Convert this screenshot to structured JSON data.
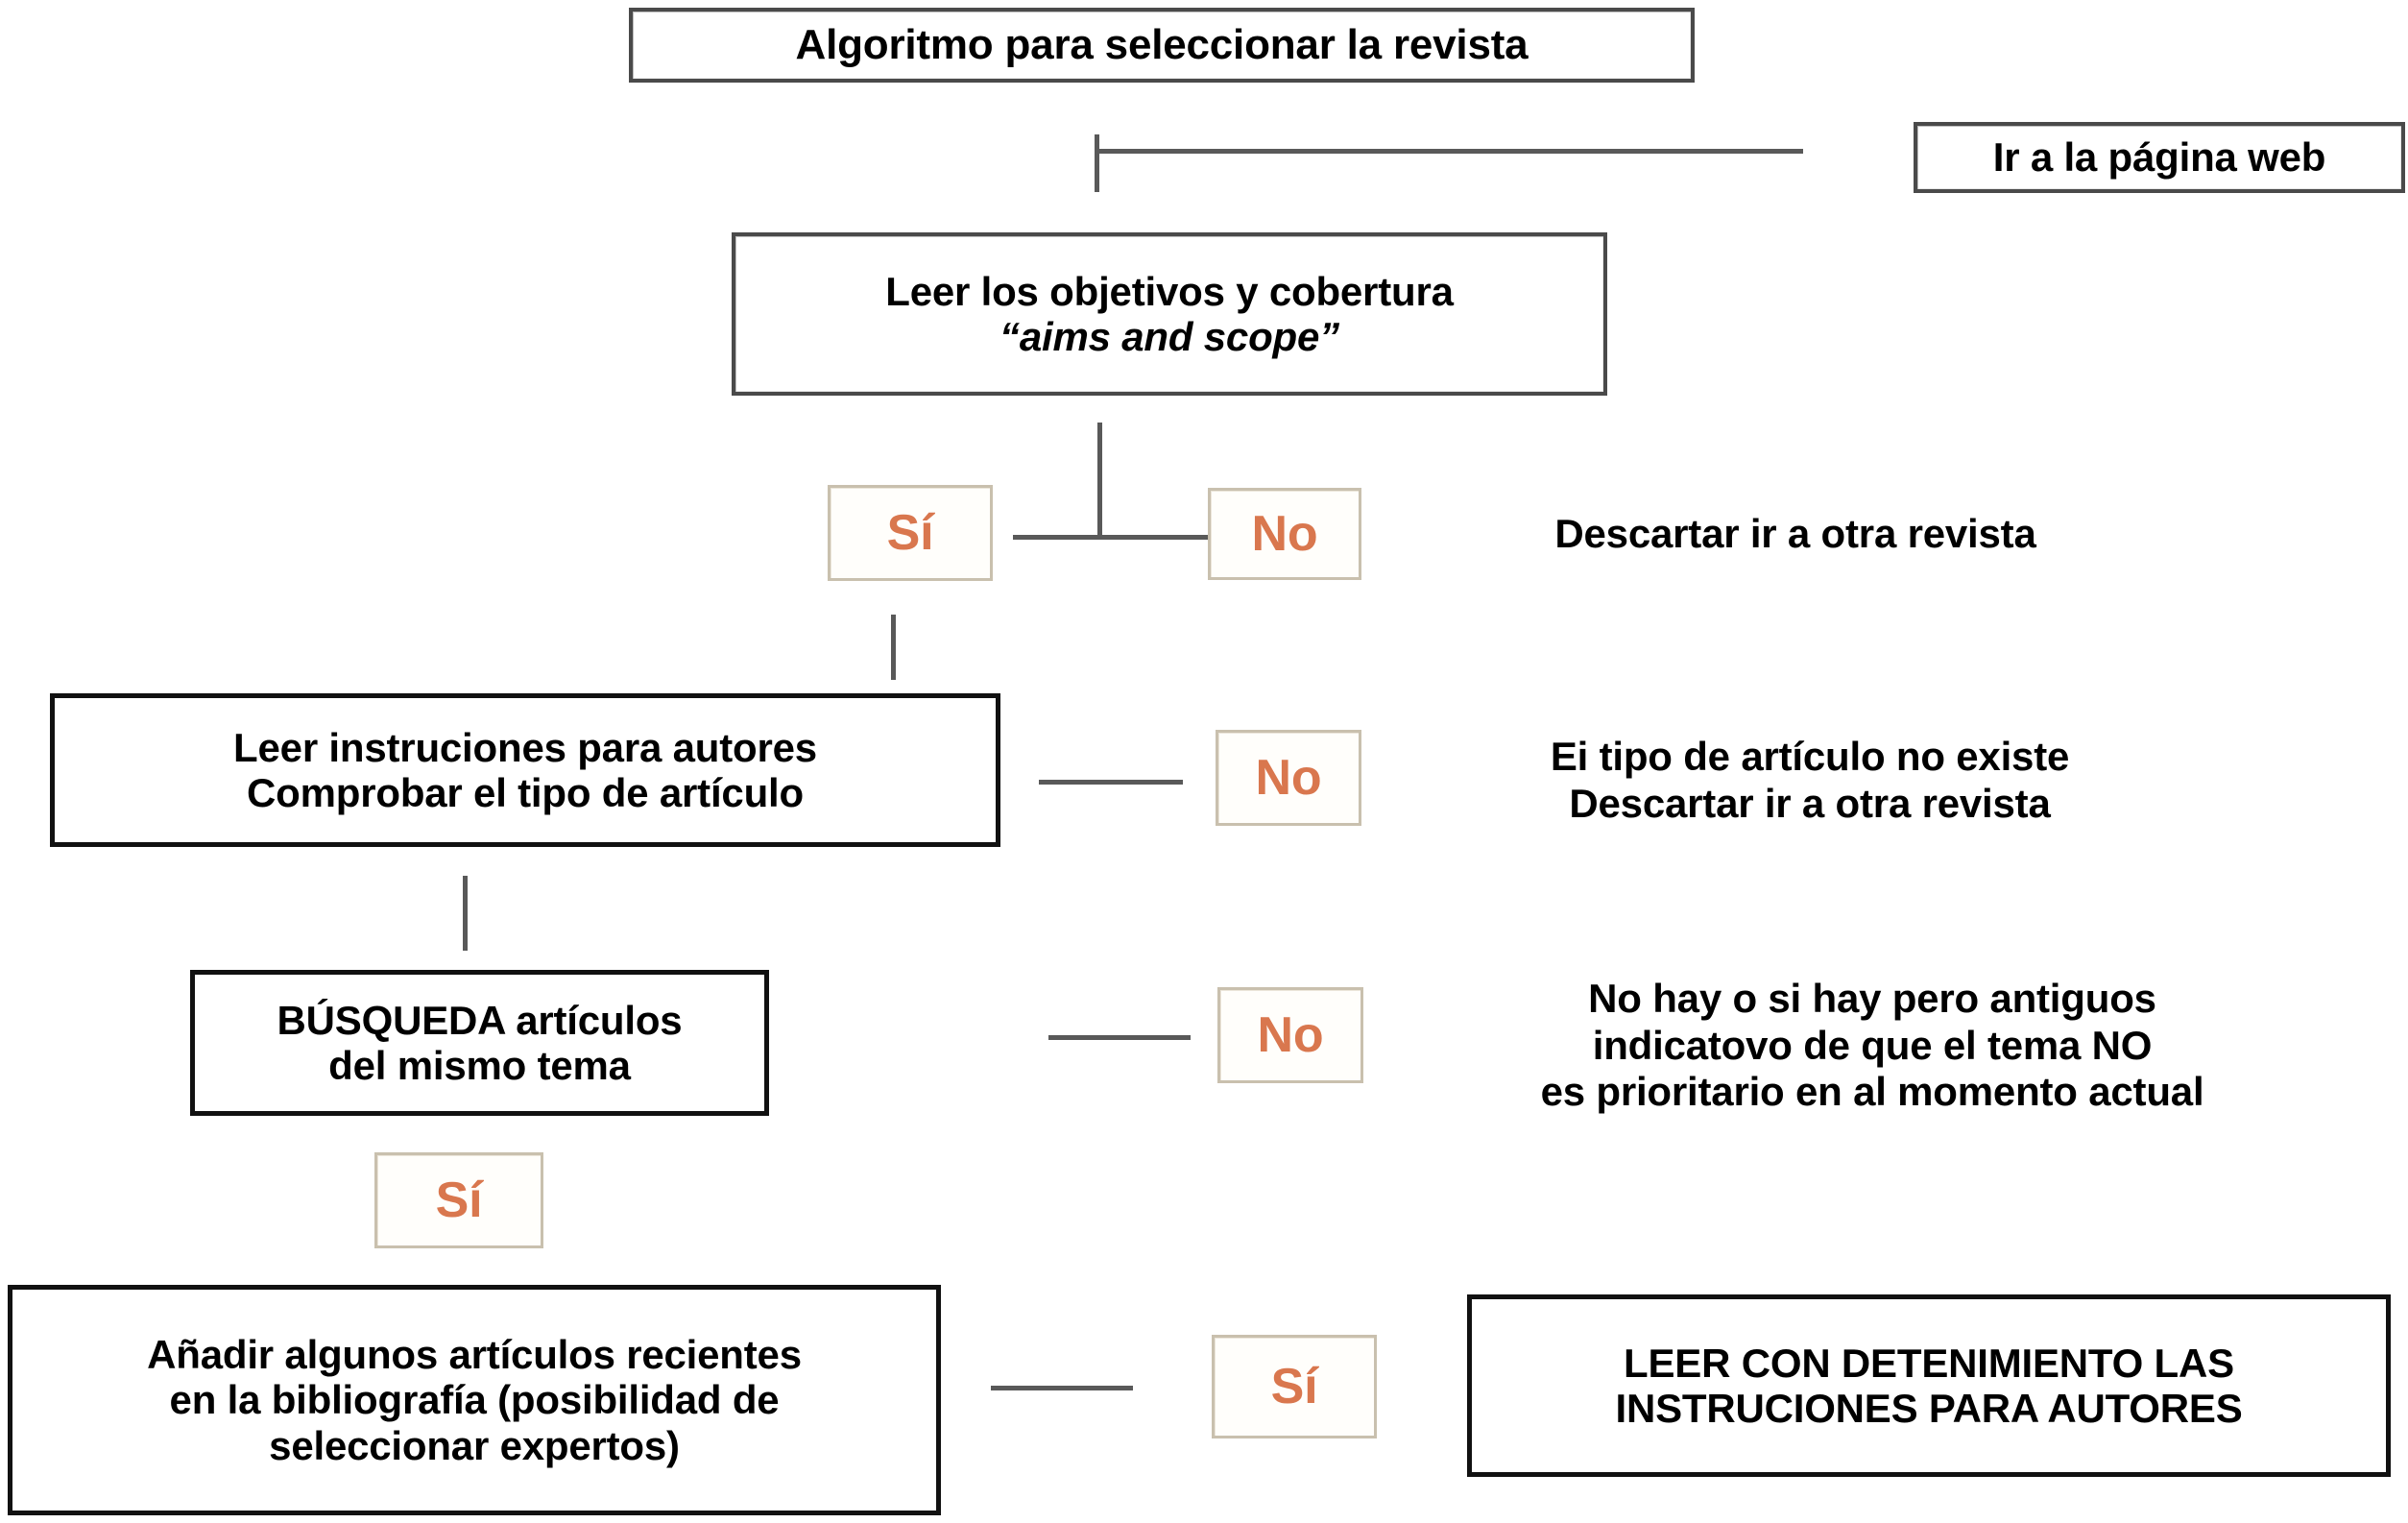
{
  "diagram": {
    "title_box": "Algoritmo para seleccionar la revista",
    "webpage_box": "Ir a la página web",
    "aims_box": {
      "line1": "Leer los objetivos y cobertura",
      "line2": "“aims and scope”"
    },
    "instructions_box": {
      "line1": "Leer instruciones para autores",
      "line2": "Comprobar el tipo de artículo"
    },
    "search_box": {
      "line1": "BÚSQUEDA artículos",
      "line2": "del mismo tema"
    },
    "add_refs_box": {
      "line1": "Añadir algunos artículos recientes",
      "line2": "en la bibliografía (posibilidad de",
      "line3": "seleccionar expertos)"
    },
    "read_carefully_box": {
      "line1": "LEER CON DETENIMIENTO LAS",
      "line2": "INSTRUCIONES PARA AUTORES"
    },
    "chips": {
      "yes_scope": "Sí",
      "no_scope": "No",
      "no_type": "No",
      "no_search": "No",
      "yes_search": "Sí",
      "yes_refs": "Sí"
    },
    "notes": {
      "discard_scope": {
        "line1": "Descartar ir a otra revista"
      },
      "discard_type": {
        "line1": "Ei tipo de artículo no existe",
        "line2": "Descartar ir a otra revista"
      },
      "no_recent": {
        "line1": "No hay o si hay pero antiguos",
        "line2": "indicatovo de que el tema NO",
        "line3": "es prioritario en al momento actual"
      }
    },
    "colors": {
      "chip_text": "#d9774e",
      "chip_border": "#c9c0ae",
      "box_border": "#4a4a4a",
      "box_border_strong": "#111111",
      "connector": "#595959",
      "text": "#000000",
      "background": "#ffffff"
    }
  }
}
